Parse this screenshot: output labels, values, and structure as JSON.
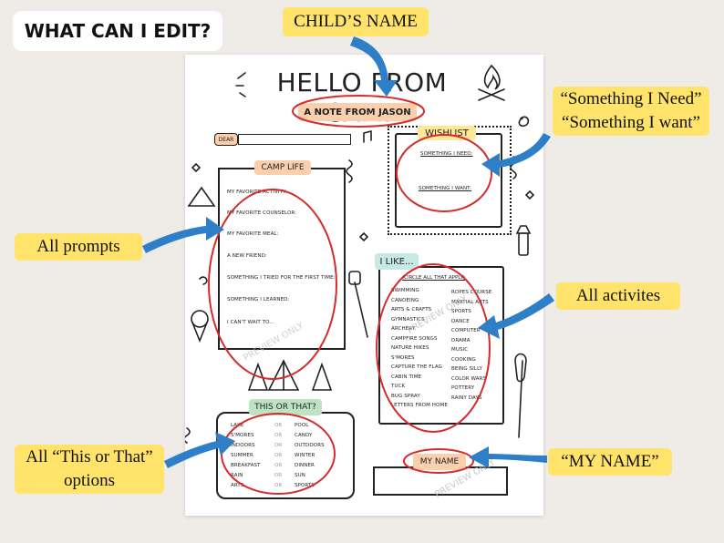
{
  "header": {
    "badge": "WHAT CAN I EDIT?"
  },
  "callouts": {
    "childs_name": "CHILD’S NAME",
    "wishlist_line1": "“Something I Need”",
    "wishlist_line2": "“Something I want”",
    "prompts": "All prompts",
    "activities": "All activites",
    "this_or_that_line1": "All “This or That”",
    "this_or_that_line2": "options",
    "my_name": "“MY NAME”"
  },
  "sheet": {
    "title": "HELLO FROM CAMP",
    "subtitle": "A NOTE FROM JASON",
    "dear": "DEAR",
    "wishlist": {
      "title": "WISHLIST",
      "need": "SOMETHING I NEED:",
      "want": "SOMETHING I WANT:"
    },
    "camp_life": {
      "title": "CAMP LIFE",
      "prompts": [
        "MY FAVORITE ACTIVITY:",
        "MY FAVORITE COUNSELOR:",
        "MY FAVORITE MEAL:",
        "A NEW FRIEND:",
        "SOMETHING I TRIED FOR THE FIRST TIME:",
        "SOMETHING I LEARNED:",
        "I CAN'T WAIT TO..."
      ]
    },
    "i_like": {
      "title": "I LIKE...",
      "instruction": "(CIRCLE ALL THAT APPLY)",
      "left": [
        "SWIMMING",
        "CANOEING",
        "ARTS & CRAFTS",
        "GYMNASTICS",
        "ARCHERY",
        "CAMPFIRE SONGS",
        "NATURE HIKES",
        "S'MORES",
        "CAPTURE THE FLAG",
        "CABIN TIME",
        "TUCK",
        "BUG SPRAY",
        "LETTERS FROM HOME"
      ],
      "right": [
        "ROPES COURSE",
        "MARTIAL ARTS",
        "SPORTS",
        "DANCE",
        "COMPUTER",
        "DRAMA",
        "MUSIC",
        "COOKING",
        "BEING SILLY",
        "COLOR WARS",
        "POTTERY",
        "RAINY DAYS"
      ]
    },
    "this_or_that": {
      "title": "THIS OR THAT?",
      "or": "OR",
      "rows": [
        [
          "LAKE",
          "POOL"
        ],
        [
          "S'MORES",
          "CANDY"
        ],
        [
          "INDOORS",
          "OUTDOORS"
        ],
        [
          "SUMMER",
          "WINTER"
        ],
        [
          "BREAKFAST",
          "DINNER"
        ],
        [
          "RAIN",
          "SUN"
        ],
        [
          "ARTS",
          "SPORTS"
        ]
      ]
    },
    "my_name": "MY NAME",
    "watermark": "PREVIEW ONLY"
  },
  "colors": {
    "red": "#d62b2b",
    "blue": "#2e7fc7",
    "yellow": "#ffe36b",
    "peach": "#f9cfae",
    "green": "#bde3c3",
    "mint": "#c7e9e4"
  }
}
